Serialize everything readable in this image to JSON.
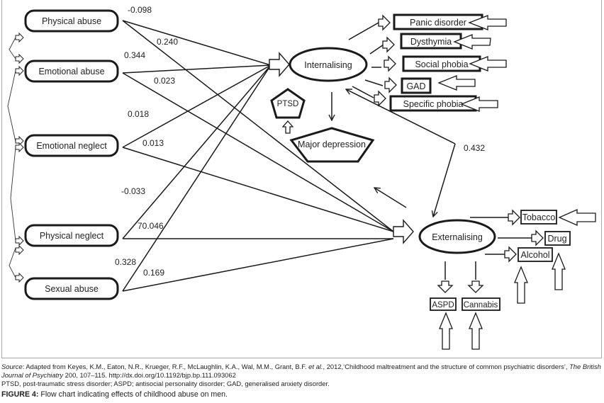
{
  "figure": {
    "label": "FIGURE 4:",
    "caption": "Flow chart indicating effects of childhood abuse on men."
  },
  "source": {
    "prefix": "Source",
    "text_1": ": Adapted from Keyes, K.M., Eaton, N.R., Krueger, R.F., McLaughlin, K.A., Wal, M.M., Grant, B.F. ",
    "etal": "et al.",
    "text_2": ", 2012,‘Childhood maltreatment and the structure of common psychiatric disorders’, ",
    "journal": "The British Journal of Psychiatry",
    "text_3": " 200, 107–115. http://dx.doi.org/10.1192/bjp.bp.111.093062",
    "abbreviations": "PTSD, post-traumatic stress disorder; ASPD; antisocial personality disorder; GAD, generalised anxiety disorder."
  },
  "diagram": {
    "abuse_types": [
      {
        "id": "physical-abuse",
        "label": "Physical abuse"
      },
      {
        "id": "emotional-abuse",
        "label": "Emotional abuse"
      },
      {
        "id": "emotional-neglect",
        "label": "Emotional neglect"
      },
      {
        "id": "physical-neglect",
        "label": "Physical neglect"
      },
      {
        "id": "sexual-abuse",
        "label": "Sexual abuse"
      }
    ],
    "latent": {
      "internalising": "Internalising",
      "externalising": "Externalising"
    },
    "internalising_disorders": [
      "Panic disorder",
      "Dysthymia",
      "Social phobia",
      "GAD",
      "Specific phobia"
    ],
    "externalising_disorders": [
      "Tobacco",
      "Drug",
      "Alcohol",
      "ASPD",
      "Cannabis"
    ],
    "other_nodes": {
      "ptsd": "PTSD",
      "major_depression": "Major depression"
    },
    "coefficients": {
      "physical_abuse_int": "-0.098",
      "physical_abuse_ext": "0.240",
      "emotional_abuse_int": "0.344",
      "emotional_abuse_ext": "0.023",
      "emotional_neglect_int": "0.018",
      "emotional_neglect_ext": "0.013",
      "physical_neglect_int": "-0.033",
      "physical_neglect_ext": "70.046",
      "sexual_abuse_int": "0.328",
      "sexual_abuse_ext": "0.169",
      "int_ext_correlation": "0.432"
    }
  }
}
